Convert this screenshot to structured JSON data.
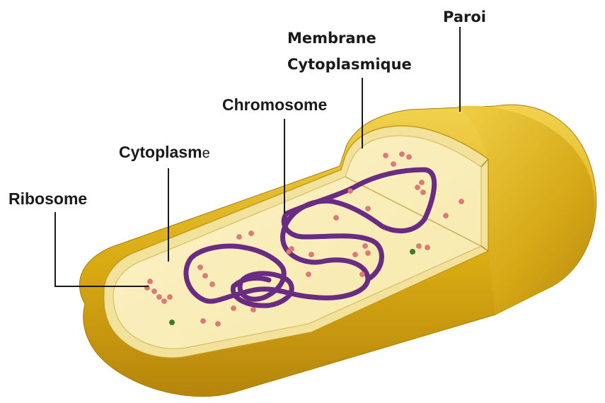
{
  "labels": {
    "paroi": "Paroi",
    "membrane_line1": "Membrane",
    "membrane_line2": "Cytoplasmique",
    "chromosome": "Chromosome",
    "cytoplasme": "Cytoplasm",
    "cytoplasme_suffix": "e",
    "ribosome": "Ribosome"
  },
  "colors": {
    "wall_light": "#f0d04a",
    "wall_mid": "#d9ad14",
    "wall_dark": "#b8860b",
    "membrane": "#f3e6a3",
    "cytoplasm": "#faf0c2",
    "chromosome": "#6a2c82",
    "ribosome": "#e07a7a",
    "granule": "#3f7a2a"
  }
}
